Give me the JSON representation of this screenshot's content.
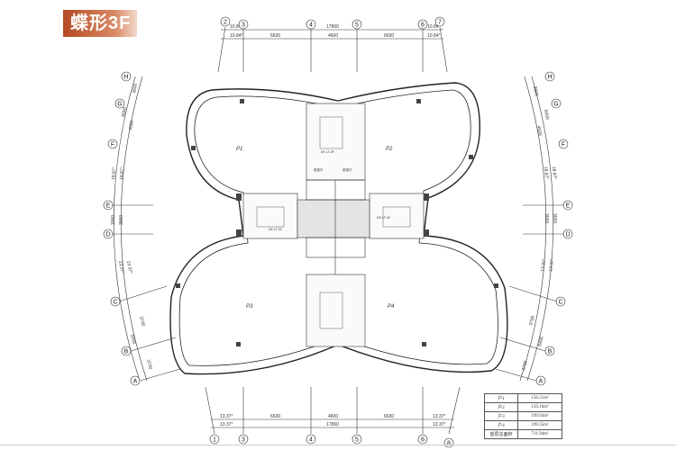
{
  "title": "蝶形3F",
  "top_dims": {
    "row1": [
      "10.84°",
      "17860",
      "10.84°"
    ],
    "row2": [
      "10.84°",
      "6630",
      "4600",
      "6630",
      "10.84°"
    ]
  },
  "bottom_dims": {
    "row1": [
      "13.37°",
      "6630",
      "4600",
      "6630",
      "13.37°"
    ],
    "row2": [
      "13.37°",
      "17860",
      "13.37°"
    ]
  },
  "top_axes": [
    "2",
    "3",
    "4",
    "5",
    "6",
    "7"
  ],
  "bottom_axes": [
    "1",
    "3",
    "4",
    "5",
    "6",
    "8"
  ],
  "side_axes": [
    "H",
    "G",
    "F",
    "E",
    "D",
    "C",
    "B",
    "A"
  ],
  "side_dims": [
    "3600",
    "6000",
    "4500",
    "18.87°",
    "18.87°",
    "3000",
    "3000",
    "13.37°",
    "13.37°",
    "3700",
    "6400",
    "3700"
  ],
  "rooms": [
    "P1",
    "P2",
    "P3",
    "P4"
  ],
  "core_labels": {
    "elevator_top": "DK-LT-0F",
    "elevator_left": "DK-LT-02",
    "elevator_right": "DK-LT-03",
    "corridor_a": "前室厅",
    "corridor_b": "前室厅"
  },
  "area_table": [
    {
      "unit": "户1",
      "area": "156.51m²"
    },
    {
      "unit": "户2",
      "area": "156.16m²"
    },
    {
      "unit": "户3",
      "area": "199.93m²"
    },
    {
      "unit": "户4",
      "area": "199.35m²"
    },
    {
      "unit": "首层总面积",
      "area": "711.94m²"
    }
  ]
}
